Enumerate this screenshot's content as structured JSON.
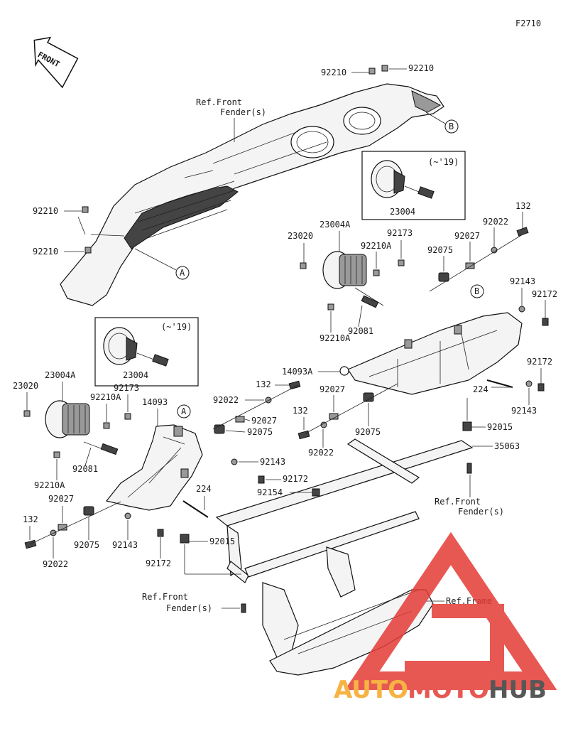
{
  "figure_code": "F2710",
  "front_badge": "FRONT",
  "labels": [
    "92210",
    "92210",
    "92210",
    "92210",
    "23020",
    "23004A",
    "92210A",
    "92173",
    "92075",
    "92027",
    "92022",
    "132",
    "92081",
    "92210A",
    "14093A",
    "92143",
    "92172",
    "92172",
    "224",
    "92143",
    "92015",
    "35063",
    "23020",
    "23004A",
    "92210A",
    "92173",
    "14093",
    "92081",
    "92210A",
    "92022",
    "92027",
    "92075",
    "132",
    "92027",
    "92022",
    "92075",
    "92143",
    "92172",
    "224",
    "92154",
    "132",
    "92027",
    "92022",
    "92075",
    "92143",
    "92172",
    "92015",
    "23004",
    "23004"
  ],
  "ref_front_fender": [
    "Ref.Front",
    "Fender(s)"
  ],
  "ref_frame": "Ref.Frame",
  "callout_a": "A",
  "callout_b": "B",
  "inset_note": "(~'19)",
  "watermark": {
    "auto": "AUTO",
    "moto": "MOTO",
    "hub": "HUB",
    "color_red": "#e43b36",
    "color_orange": "#f5a623",
    "color_dark": "#3a3a3a"
  }
}
